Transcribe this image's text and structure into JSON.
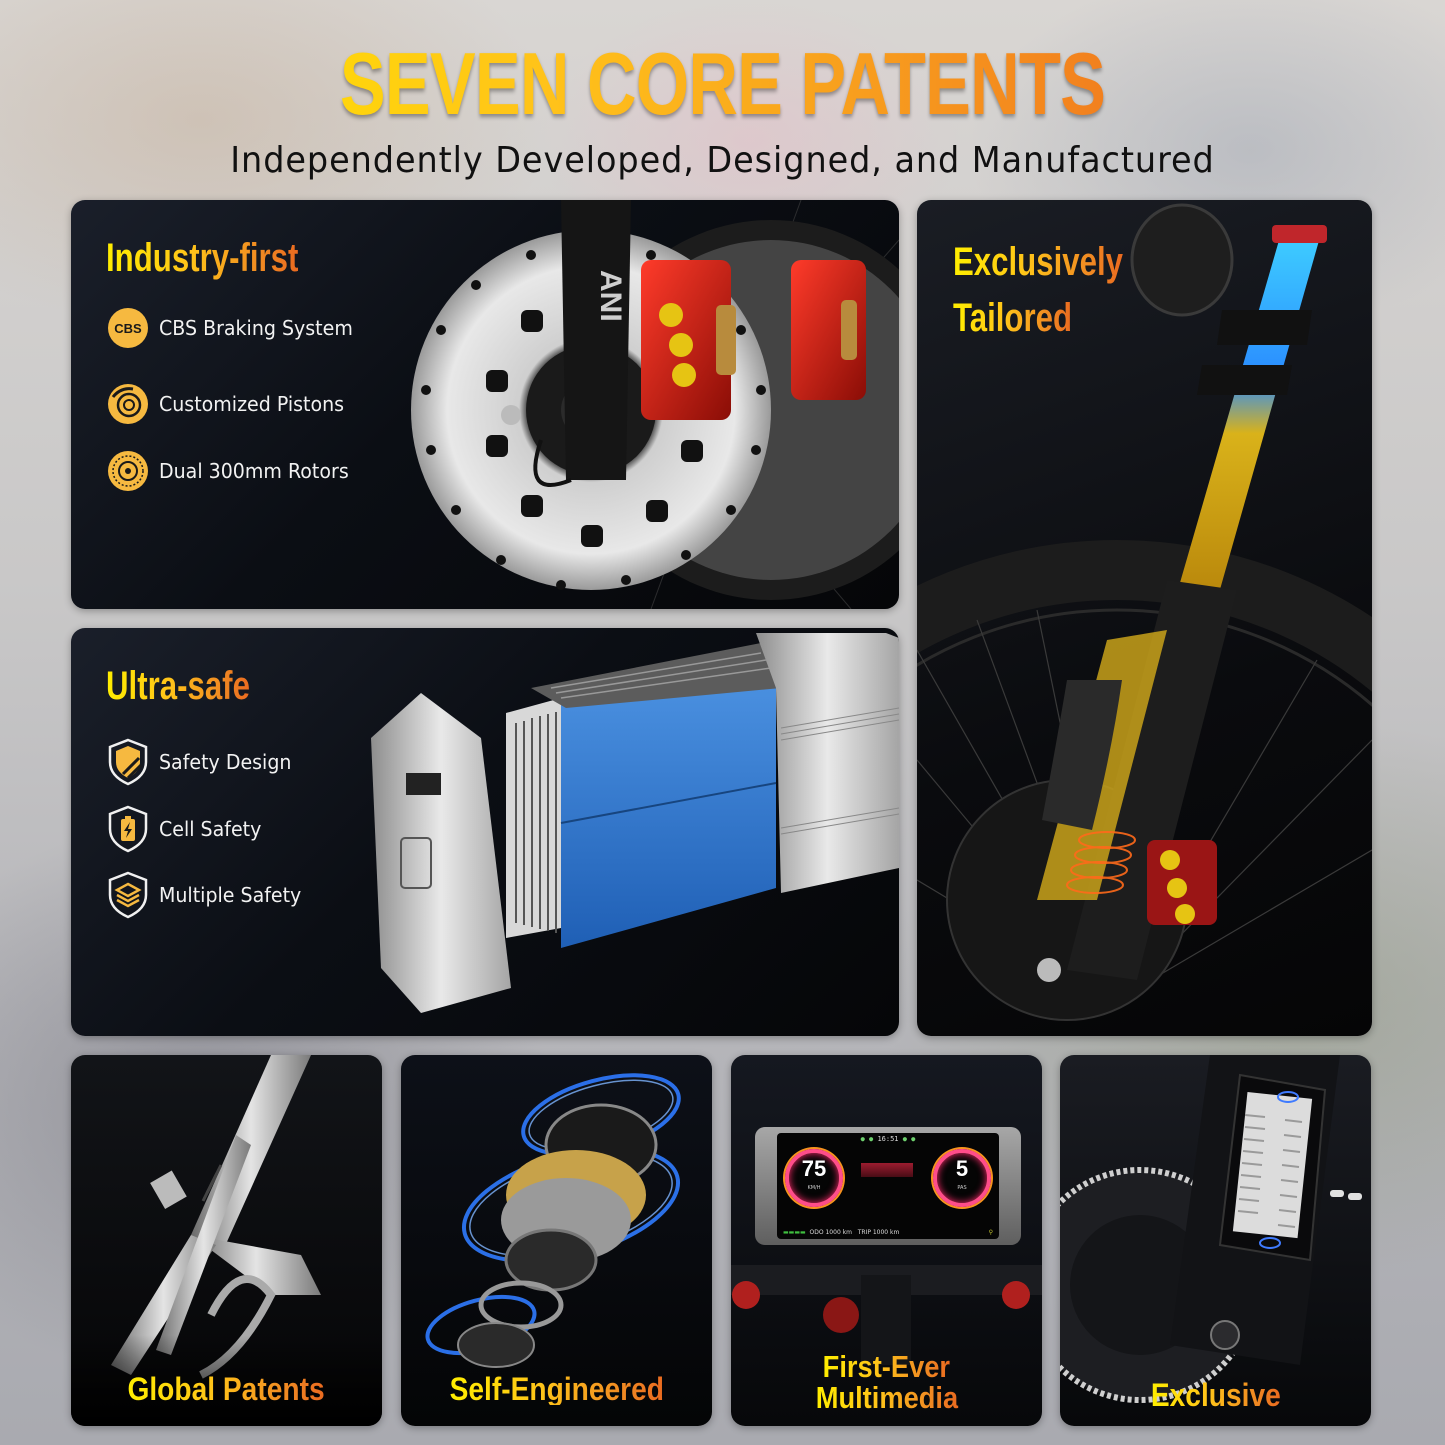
{
  "header": {
    "title": "SEVEN CORE PATENTS",
    "subtitle": "Independently Developed, Designed, and Manufactured"
  },
  "colors": {
    "title_gradient_start": "#ffe400",
    "title_gradient_end": "#ee6a1f",
    "card_background": "#0b0e14",
    "icon_gold": "#f6b940",
    "feature_text": "#f2f2f2"
  },
  "cards": {
    "industry_first": {
      "title": "Industry-first",
      "features": [
        {
          "icon": "cbs-badge-icon",
          "badge_text": "CBS",
          "label": "CBS Braking System"
        },
        {
          "icon": "brake-piston-icon",
          "label": "Customized Pistons"
        },
        {
          "icon": "rotor-icon",
          "label": "Dual 300mm Rotors"
        }
      ],
      "image": "front-disc-brake-with-red-calipers",
      "fork_brand_text": "ANI"
    },
    "ultra_safe": {
      "title": "Ultra-safe",
      "features": [
        {
          "icon": "shield-stripes-icon",
          "label": "Safety Design"
        },
        {
          "icon": "shield-battery-icon",
          "label": "Cell Safety"
        },
        {
          "icon": "shield-layers-icon",
          "label": "Multiple Safety"
        }
      ],
      "image": "exploded-battery-pack-blue-cells"
    },
    "exclusively_tailored": {
      "title_line1": "Exclusively",
      "title_line2": "Tailored",
      "image": "front-suspension-fork-cutaway"
    },
    "global_patents": {
      "label": "Global Patents",
      "image": "silver-frame-rear-suspension"
    },
    "self_engineered": {
      "label": "Self-Engineered",
      "image": "exploded-hub-motor-blue-rings"
    },
    "multimedia": {
      "label_line1": "First-Ever",
      "label_line2": "Multimedia",
      "image": "tft-dashboard-display",
      "display": {
        "speed": "75",
        "speed_unit": "KM/H",
        "pas": "5",
        "pas_label": "PAS",
        "time": "16:51",
        "odo": "ODO 1000 km",
        "trip": "TRIP 1000 km"
      }
    },
    "exclusive": {
      "label": "Exclusive",
      "image": "frame-controller-heatsink"
    }
  }
}
